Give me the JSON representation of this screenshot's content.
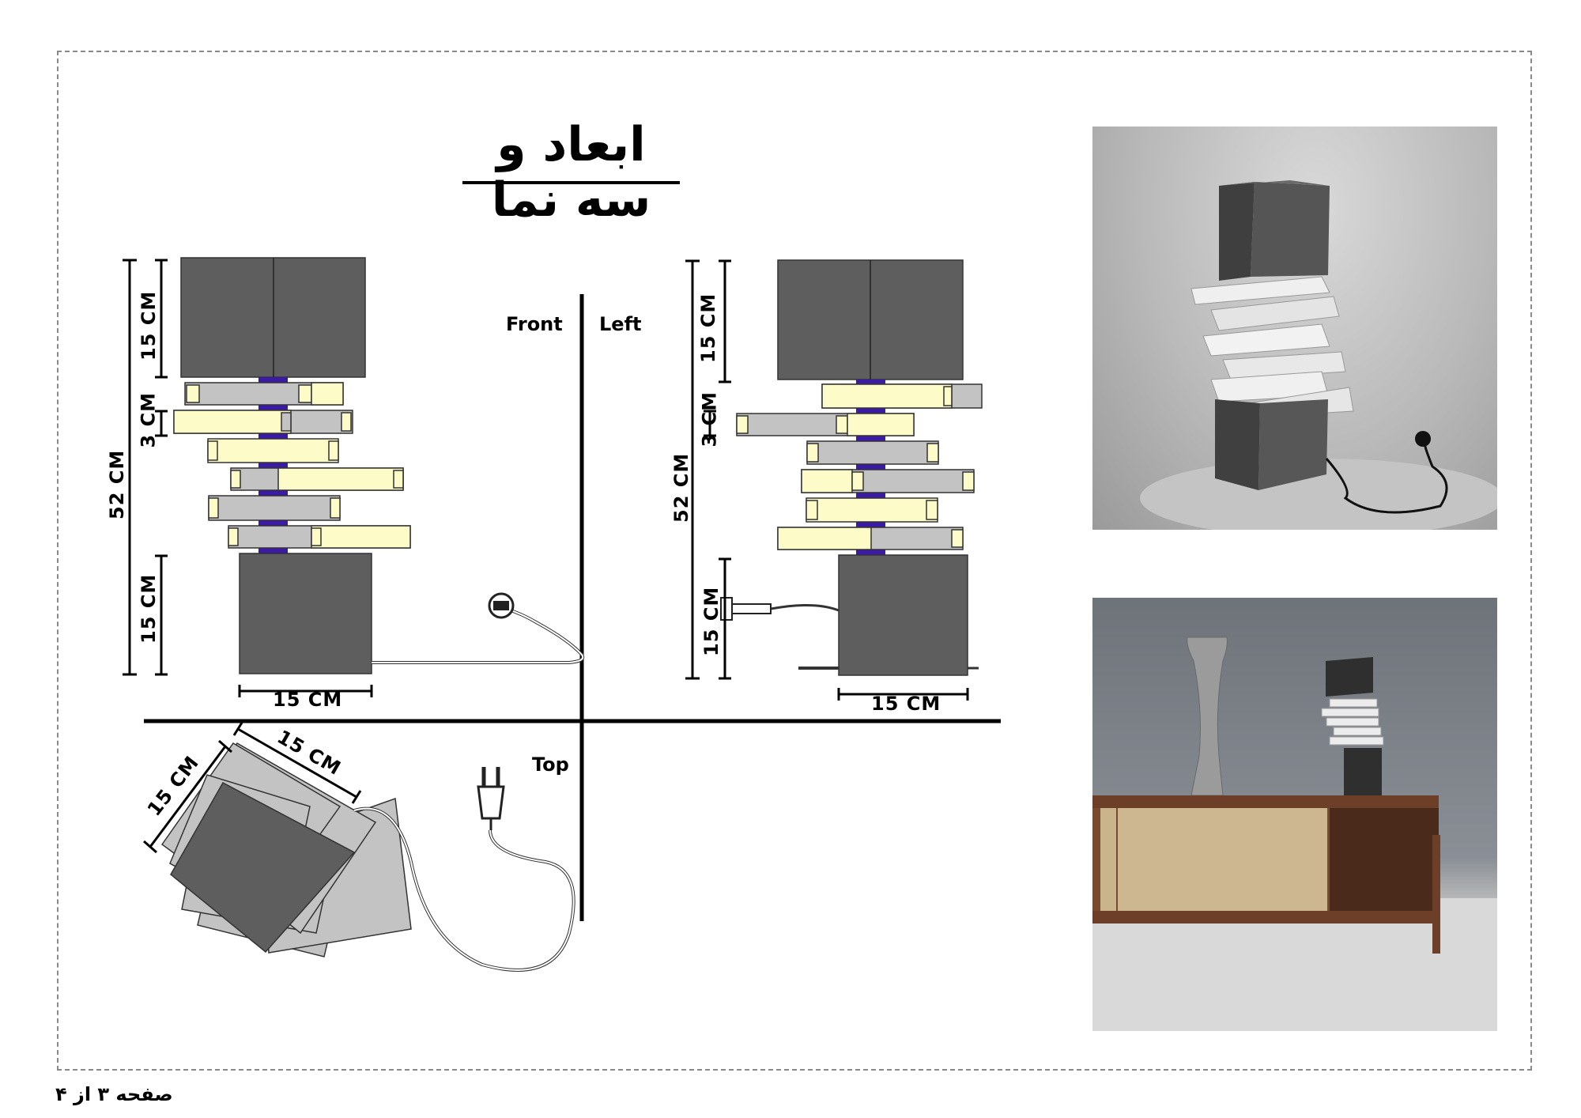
{
  "title": "ابعاد و سه نما",
  "views": {
    "front": "Front",
    "left": "Left",
    "top": "Top"
  },
  "dimensions": {
    "front_shade_h": "15 CM",
    "front_book_h": "3 CM",
    "front_total_h": "52 CM",
    "front_base_h": "15 CM",
    "front_width": "15 CM",
    "left_shade_h": "15 CM",
    "left_book_h": "3 CM",
    "left_total_h": "52 CM",
    "left_base_h": "15 CM",
    "left_width": "15 CM",
    "top_side_a": "15 CM",
    "top_side_b": "15 CM"
  },
  "footer": "صفحه ۳ از ۴",
  "colors": {
    "cube": "#5e5e5e",
    "book_cover": "#c3c3c3",
    "book_pages": "#fdfbc8",
    "spacer": "#3b1aa6"
  }
}
